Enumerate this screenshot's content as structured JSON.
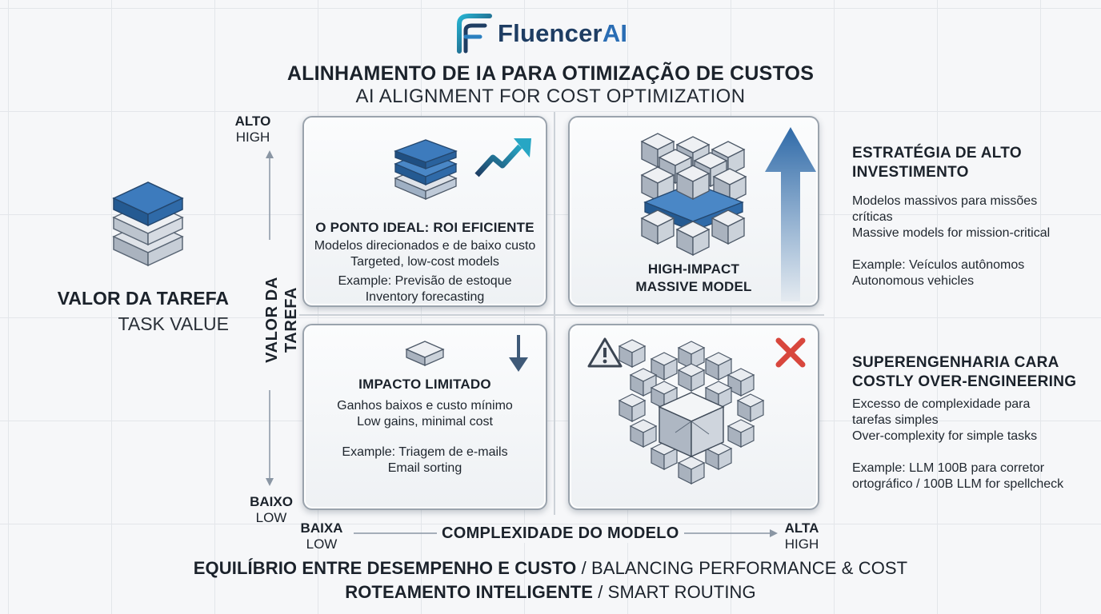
{
  "brand": {
    "name_part1": "Fluencer",
    "name_part2": "AI"
  },
  "title": {
    "pt": "ALINHAMENTO DE IA PARA OTIMIZAÇÃO DE CUSTOS",
    "en": "AI ALIGNMENT FOR COST OPTIMIZATION"
  },
  "left_panel": {
    "pt": "VALOR DA TAREFA",
    "en": "TASK VALUE",
    "icon": "stacked-layers-icon"
  },
  "axes": {
    "y_title": "VALOR DA TAREFA",
    "y_high_pt": "ALTO",
    "y_high_en": "HIGH",
    "y_low_pt": "BAIXO",
    "y_low_en": "LOW",
    "x_title": "COMPLEXIDADE DO MODELO",
    "x_low_pt": "BAIXA",
    "x_low_en": "LOW",
    "x_high_pt": "ALTA",
    "x_high_en": "HIGH"
  },
  "quadrants": {
    "top_left": {
      "title": "O PONTO IDEAL: ROI EFICIENTE",
      "line1": "Modelos direcionados e de baixo custo",
      "line2": "Targeted, low-cost models",
      "line3": "Example: Previsão de estoque",
      "line4": "Inventory forecasting",
      "icons": [
        "stacked-layers-icon",
        "trend-up-arrow-icon"
      ]
    },
    "top_right": {
      "title_line1": "HIGH-IMPACT",
      "title_line2": "MASSIVE MODEL",
      "icons": [
        "cube-cluster-icon",
        "big-up-arrow-icon"
      ]
    },
    "bottom_left": {
      "title": "IMPACTO LIMITADO",
      "line1": "Ganhos baixos e custo mínimo",
      "line2": "Low gains, minimal cost",
      "line3": "Example: Triagem de e-mails",
      "line4": "Email sorting",
      "icons": [
        "small-block-icon",
        "down-arrow-icon"
      ]
    },
    "bottom_right": {
      "icons": [
        "warning-icon",
        "complex-cube-cluster-icon",
        "red-x-icon"
      ]
    }
  },
  "side_right": {
    "top": {
      "title_line1": "ESTRATÉGIA DE ALTO",
      "title_line2": "INVESTIMENTO",
      "line1": "Modelos massivos para missões",
      "line2": "críticas",
      "line3": "Massive models for mission-critical",
      "line4": "Example: Veículos autônomos",
      "line5": "Autonomous vehicles"
    },
    "bottom": {
      "title_line1": "SUPERENGENHARIA CARA",
      "title_line2": "COSTLY OVER-ENGINEERING",
      "line1": "Excesso de complexidade para",
      "line2": "tarefas simples",
      "line3": "Over-complexity for simple tasks",
      "line4": "Example: LLM 100B para corretor",
      "line5": "ortográfico / 100B LLM for spellcheck"
    }
  },
  "footer": {
    "line1_bold": "EQUILÍBRIO ENTRE DESEMPENHO E CUSTO",
    "line1_rest": " / BALANCING PERFORMANCE & COST",
    "line2_bold": "ROTEAMENTO INTELIGENTE",
    "line2_rest": " / SMART ROUTING"
  },
  "colors": {
    "accent_blue": "#2f6aa8",
    "dark_navy": "#1e3d63",
    "teal": "#27a6c4",
    "red_x": "#d8473d"
  }
}
